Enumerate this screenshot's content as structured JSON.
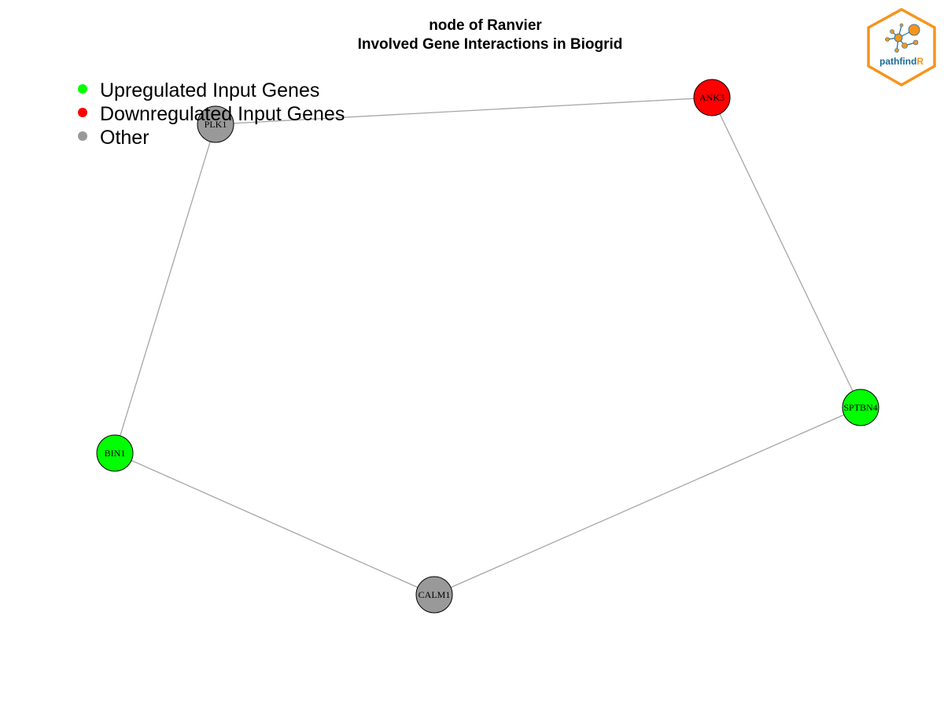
{
  "title": {
    "line1": "node of Ranvier",
    "line2": "Involved Gene Interactions in Biogrid"
  },
  "legend": [
    {
      "label": "Upregulated Input Genes",
      "color": "#00ff00"
    },
    {
      "label": "Downregulated Input Genes",
      "color": "#ff0000"
    },
    {
      "label": "Other",
      "color": "#999999"
    }
  ],
  "colors": {
    "upregulated": "#00ff00",
    "downregulated": "#ff0000",
    "other": "#999999",
    "edge": "#a6a6a6",
    "logo_border": "#f7941d",
    "logo_text": "#1b6b9a",
    "logo_accent": "#f7941d"
  },
  "nodes": [
    {
      "id": "PLK1",
      "label": "PLK1",
      "category": "other"
    },
    {
      "id": "ANK3",
      "label": "ANK3",
      "category": "downregulated"
    },
    {
      "id": "SPTBN4",
      "label": "SPTBN4",
      "category": "upregulated"
    },
    {
      "id": "CALM1",
      "label": "CALM1",
      "category": "other"
    },
    {
      "id": "BIN1",
      "label": "BIN1",
      "category": "upregulated"
    }
  ],
  "edges": [
    {
      "source": "PLK1",
      "target": "ANK3"
    },
    {
      "source": "ANK3",
      "target": "SPTBN4"
    },
    {
      "source": "SPTBN4",
      "target": "CALM1"
    },
    {
      "source": "CALM1",
      "target": "BIN1"
    },
    {
      "source": "BIN1",
      "target": "PLK1"
    }
  ],
  "logo": {
    "text_main": "pathfind",
    "text_accent": "R",
    "icon": "network-graph-icon"
  }
}
